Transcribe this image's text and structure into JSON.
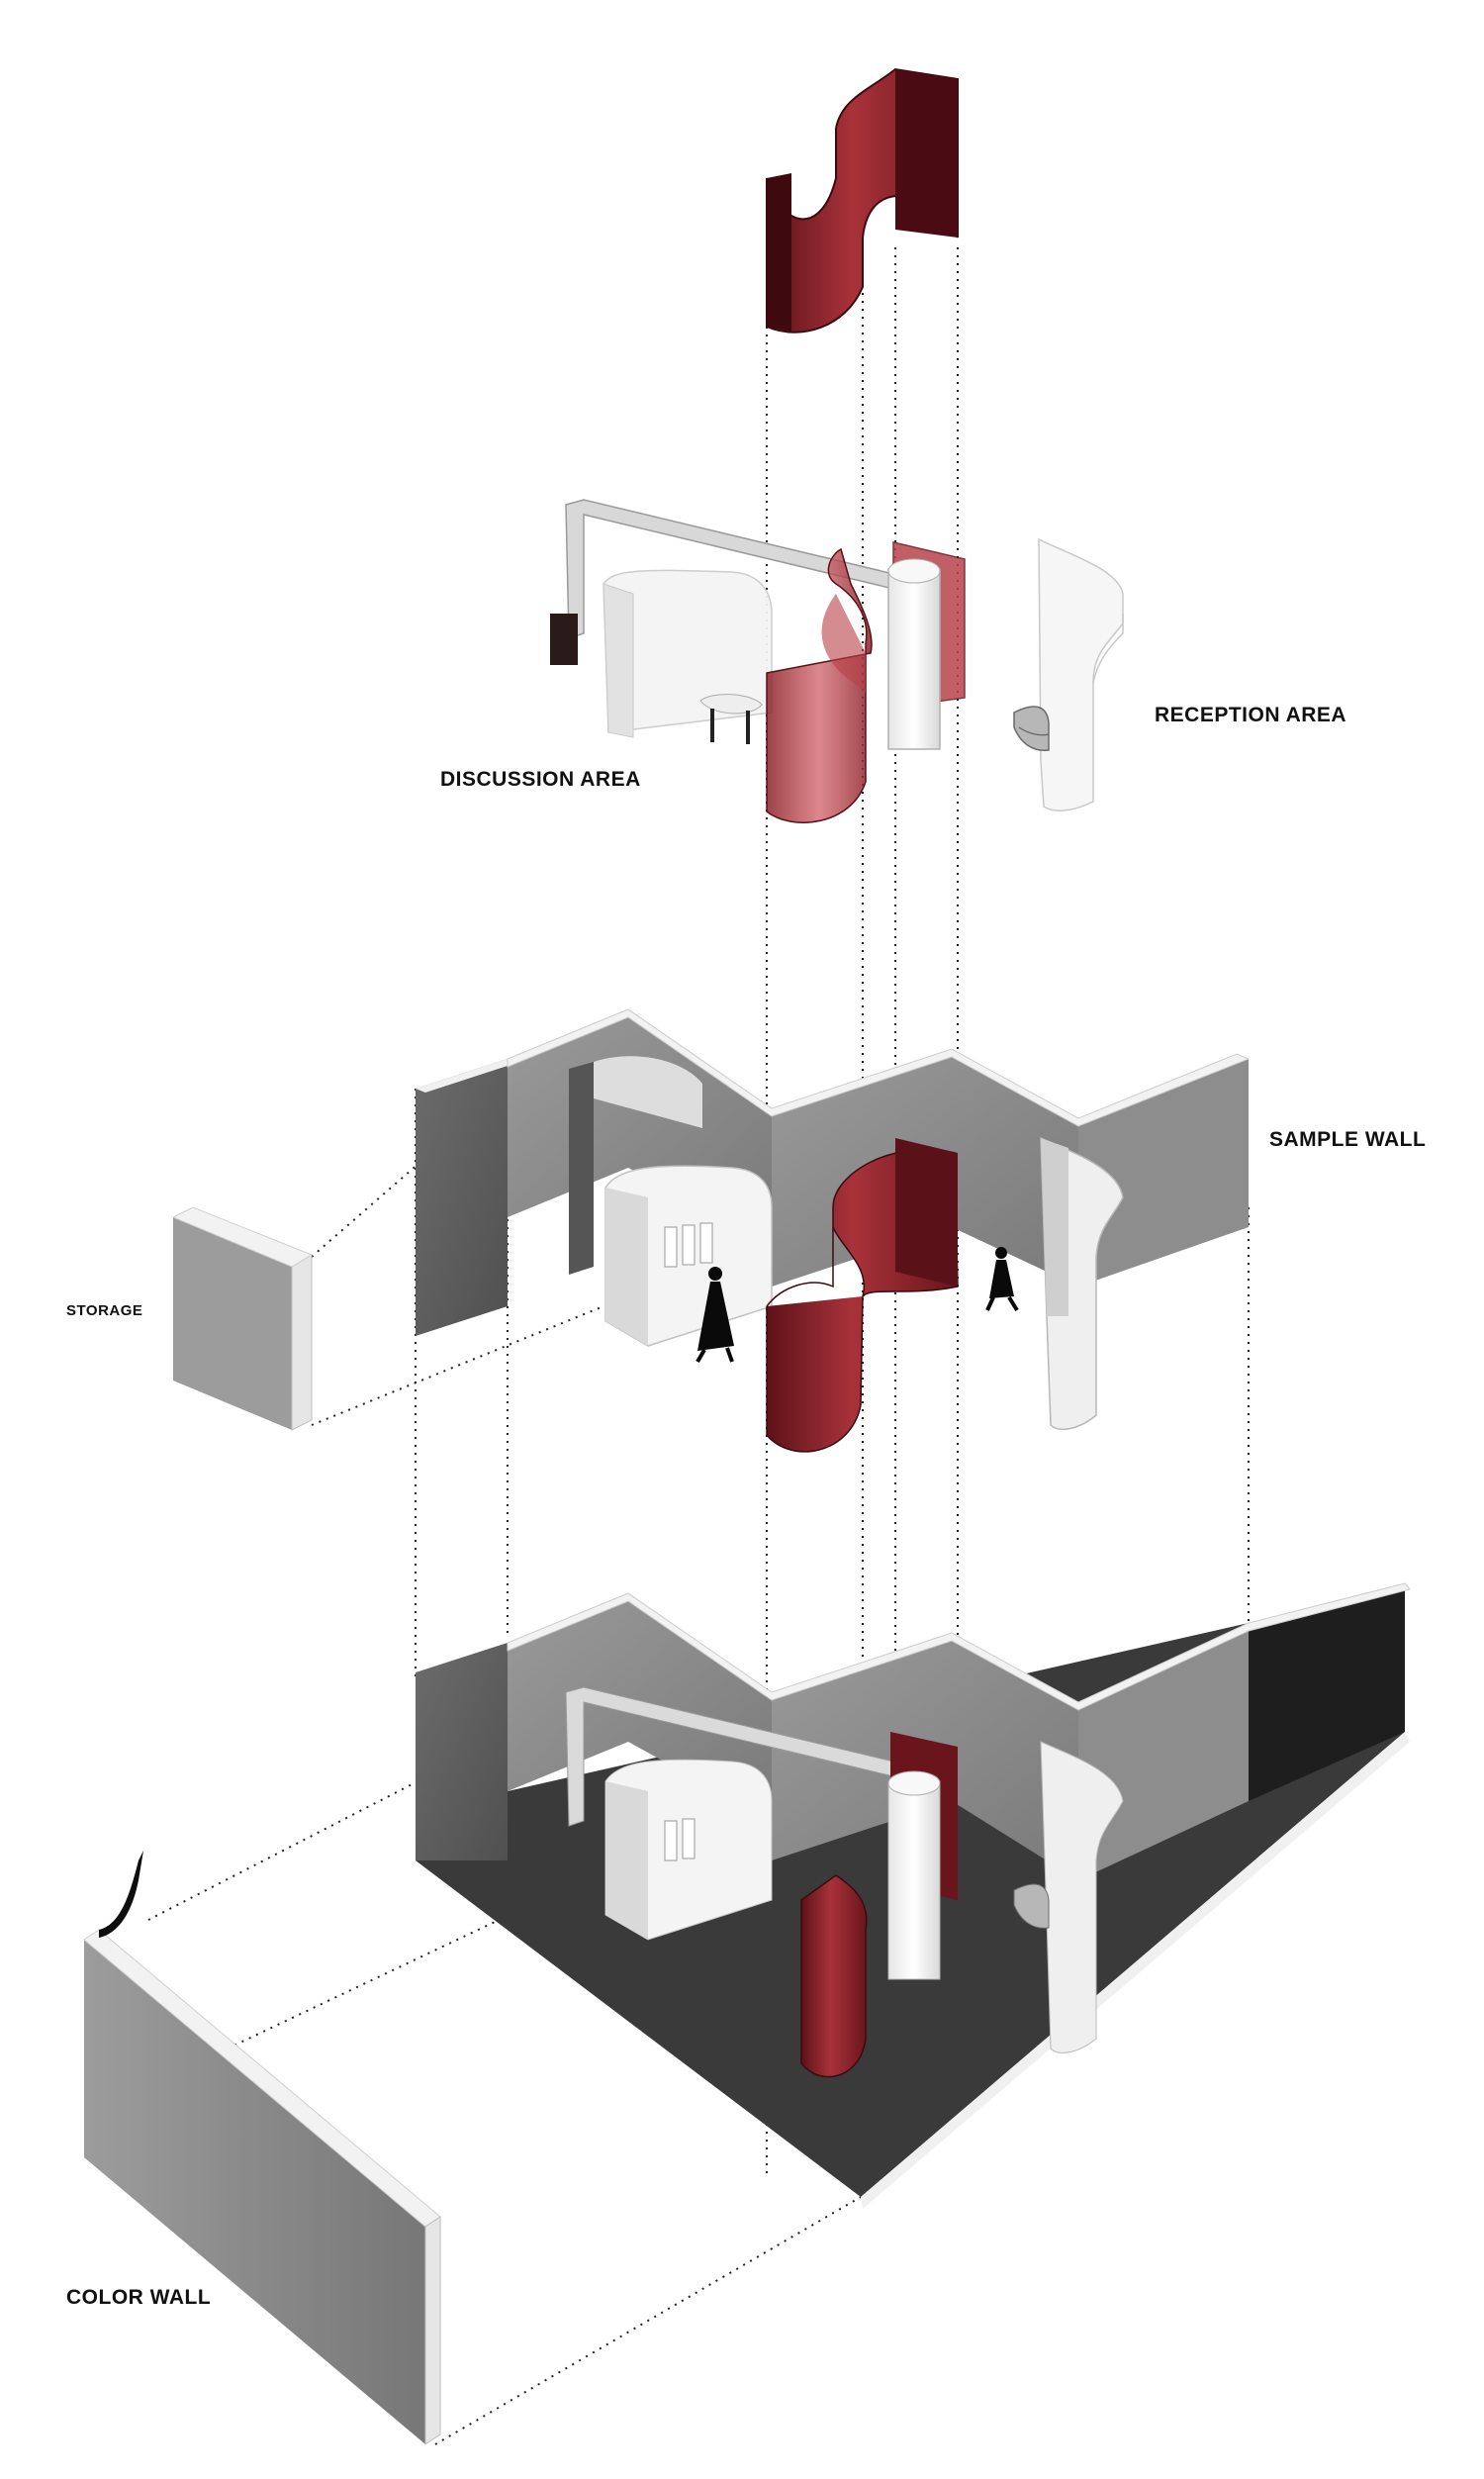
{
  "labels": {
    "reception_area": "RECEPTION AREA",
    "discussion_area": "DISCUSSION AREA",
    "sample_wall": "SAMPLE WALL",
    "storage": "STORAGE",
    "color_wall": "COLOR WALL"
  },
  "colors": {
    "background": "#ffffff",
    "curved_wall_red": "#8e1e24",
    "curved_wall_dark_red": "#5a1218",
    "concrete_wall": "#8a8a8a",
    "concrete_wall_dark": "#6e6e6e",
    "wall_top": "#eeeeee",
    "floor": "#3a3a3a",
    "white_panel": "#f2f2f2",
    "leader_line": "#222222"
  },
  "icons": {
    "figures": [
      "person-silhouette-icon",
      "person-silhouette-icon"
    ]
  }
}
